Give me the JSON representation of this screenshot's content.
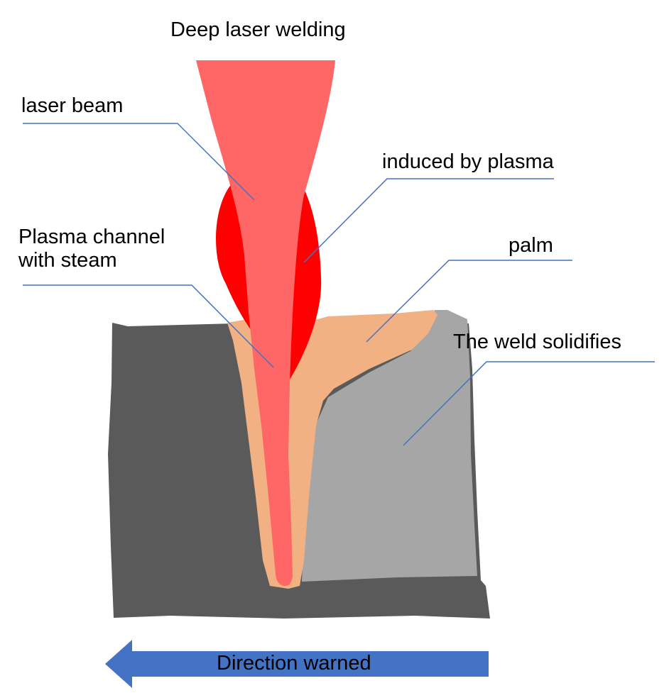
{
  "title": "Deep laser welding",
  "labels": {
    "laser_beam": "laser beam",
    "induced_plasma": "induced by plasma",
    "plasma_channel_line1": "Plasma channel",
    "plasma_channel_line2": "with steam",
    "palm": "palm",
    "weld_solidifies": "The weld solidifies",
    "direction": "Direction warned"
  },
  "colors": {
    "workpiece": "#5a5a5a",
    "solidified_weld": "#a6a6a6",
    "molten_pool": "#f2b183",
    "laser_beam": "#ff6666",
    "plasma": "#ff0000",
    "leader_lines": "#4472c4",
    "direction_arrow": "#4472c4"
  }
}
